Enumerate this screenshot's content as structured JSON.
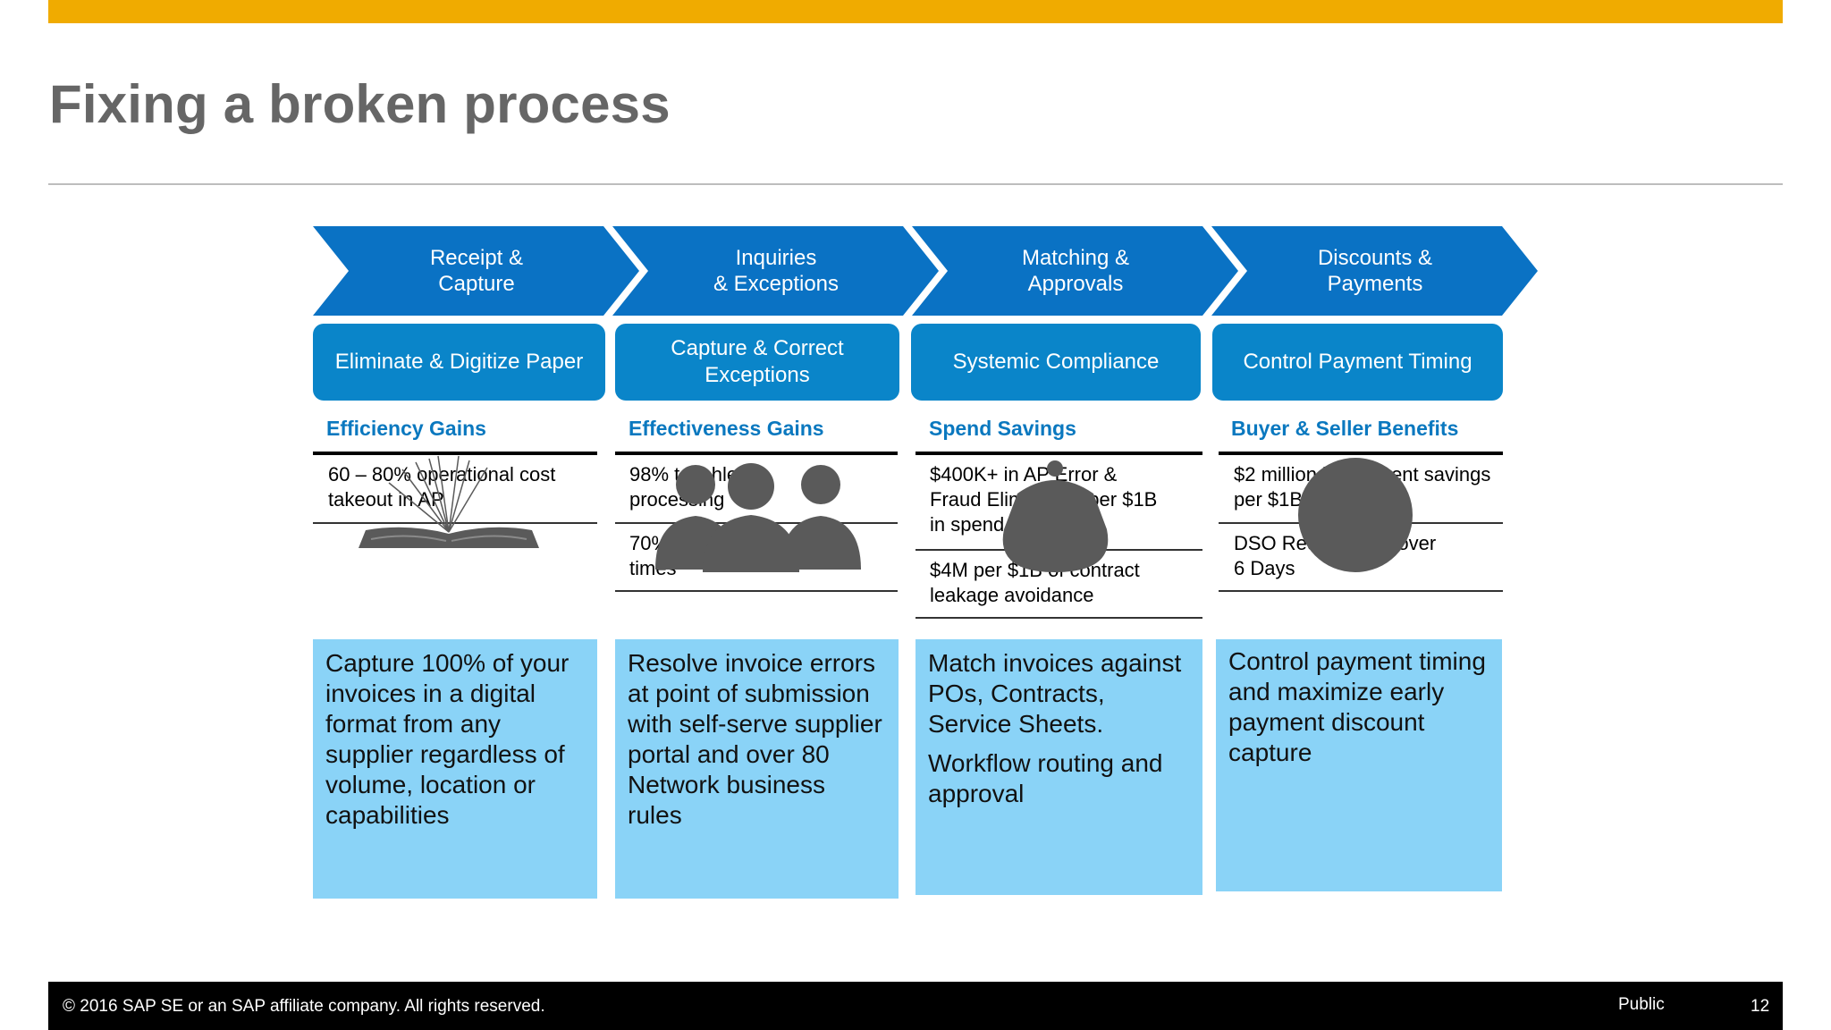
{
  "title": "Fixing a broken process",
  "process_steps": [
    {
      "line1": "Receipt &",
      "line2": "Capture"
    },
    {
      "line1": "Inquiries",
      "line2": "& Exceptions"
    },
    {
      "line1": "Matching &",
      "line2": "Approvals"
    },
    {
      "line1": "Discounts &",
      "line2": "Payments"
    }
  ],
  "pills": [
    {
      "line1": "Eliminate & Digitize Paper",
      "line2": ""
    },
    {
      "line1": "Capture & Correct",
      "line2": "Exceptions"
    },
    {
      "line1": "Systemic Compliance",
      "line2": ""
    },
    {
      "line1": "Control Payment Timing",
      "line2": ""
    }
  ],
  "gains": [
    {
      "heading": "Efficiency Gains",
      "cells": [
        [
          "60 – 80% operational cost",
          "takeout in AP"
        ]
      ]
    },
    {
      "heading": "Effectiveness Gains",
      "cells": [
        [
          "98% touchless",
          "processing"
        ],
        [
          "70% reduced approval",
          "times"
        ]
      ]
    },
    {
      "heading": "Spend Savings",
      "cells": [
        [
          "$400K+ in AP Error &",
          "Fraud Elimination per $1B",
          "in spend"
        ],
        [
          "$4M per $1B of contract",
          "leakage avoidance"
        ]
      ]
    },
    {
      "heading": "Buyer & Seller Benefits",
      "cells": [
        [
          "$2 million in payment savings",
          "per $1B"
        ],
        [
          "DSO Reduction of over",
          "6 Days"
        ]
      ]
    }
  ],
  "descriptions": [
    {
      "p1": "Capture 100% of your invoices in a digital format from any supplier regardless of volume, location or capabilities",
      "p2": ""
    },
    {
      "p1": "Resolve invoice errors at point of submission with self-serve supplier portal and over 80 Network business rules",
      "p2": ""
    },
    {
      "p1": "Match invoices against POs, Contracts, Service Sheets.",
      "p2": "Workflow routing and approval"
    },
    {
      "p1": "Control payment timing and maximize early payment discount capture",
      "p2": ""
    }
  ],
  "icons": [
    "open-book-icon",
    "people-group-icon",
    "coin-purse-icon",
    "coin-icon"
  ],
  "colors": {
    "topbar": "#F0AB00",
    "chevron": "#0a72c4",
    "pill": "#0a85c9",
    "heading_blue": "#0a78bf",
    "box": "#8ad3f7",
    "icon_gray": "#5a5a5a"
  },
  "footer": {
    "copyright": "© 2016 SAP SE or an SAP affiliate company. All rights reserved.",
    "classification": "Public",
    "page_number": "12"
  }
}
